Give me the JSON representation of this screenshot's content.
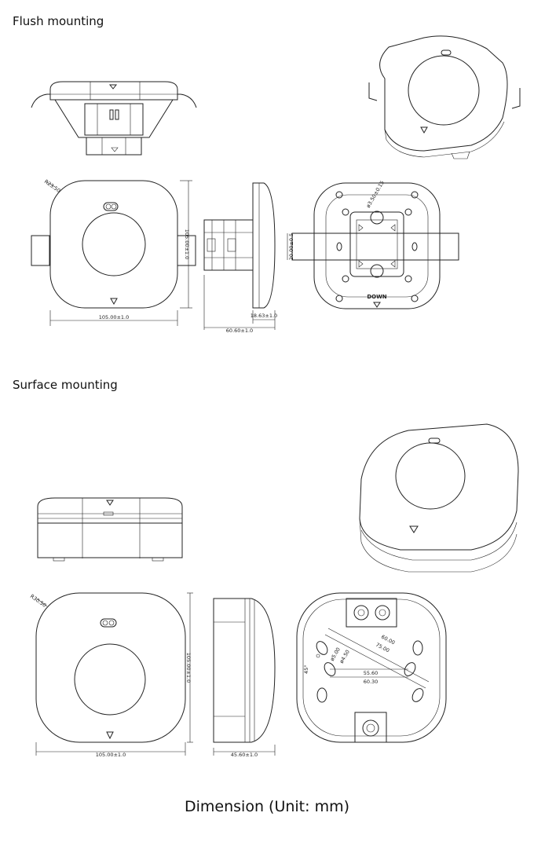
{
  "sections": {
    "flush_title": "Flush mounting",
    "surface_title": "Surface mounting"
  },
  "caption": "Dimension (Unit:  mm)",
  "flush": {
    "radius_label": "R23.50",
    "width_label": "105.00±1.0",
    "height_label": "105.00±1.0",
    "depth_label": "60.60±1.0",
    "thickness_label": "18.63±1.0",
    "screw_label": "ø3.50±0.15",
    "clip_label": "20.00±0.5",
    "down_label": "DOWN"
  },
  "surface": {
    "radius_label": "R30.50",
    "width_label": "105.00±1.0",
    "height_label": "105.00±1.0",
    "depth_label": "45.60±1.0",
    "hole_label_1": "ø5.00",
    "hole_label_2": "ø4.50",
    "spacing_1": "60.00",
    "spacing_2": "75.00",
    "spacing_3": "55.60",
    "spacing_4": "60.30",
    "angle_label": "45°"
  }
}
